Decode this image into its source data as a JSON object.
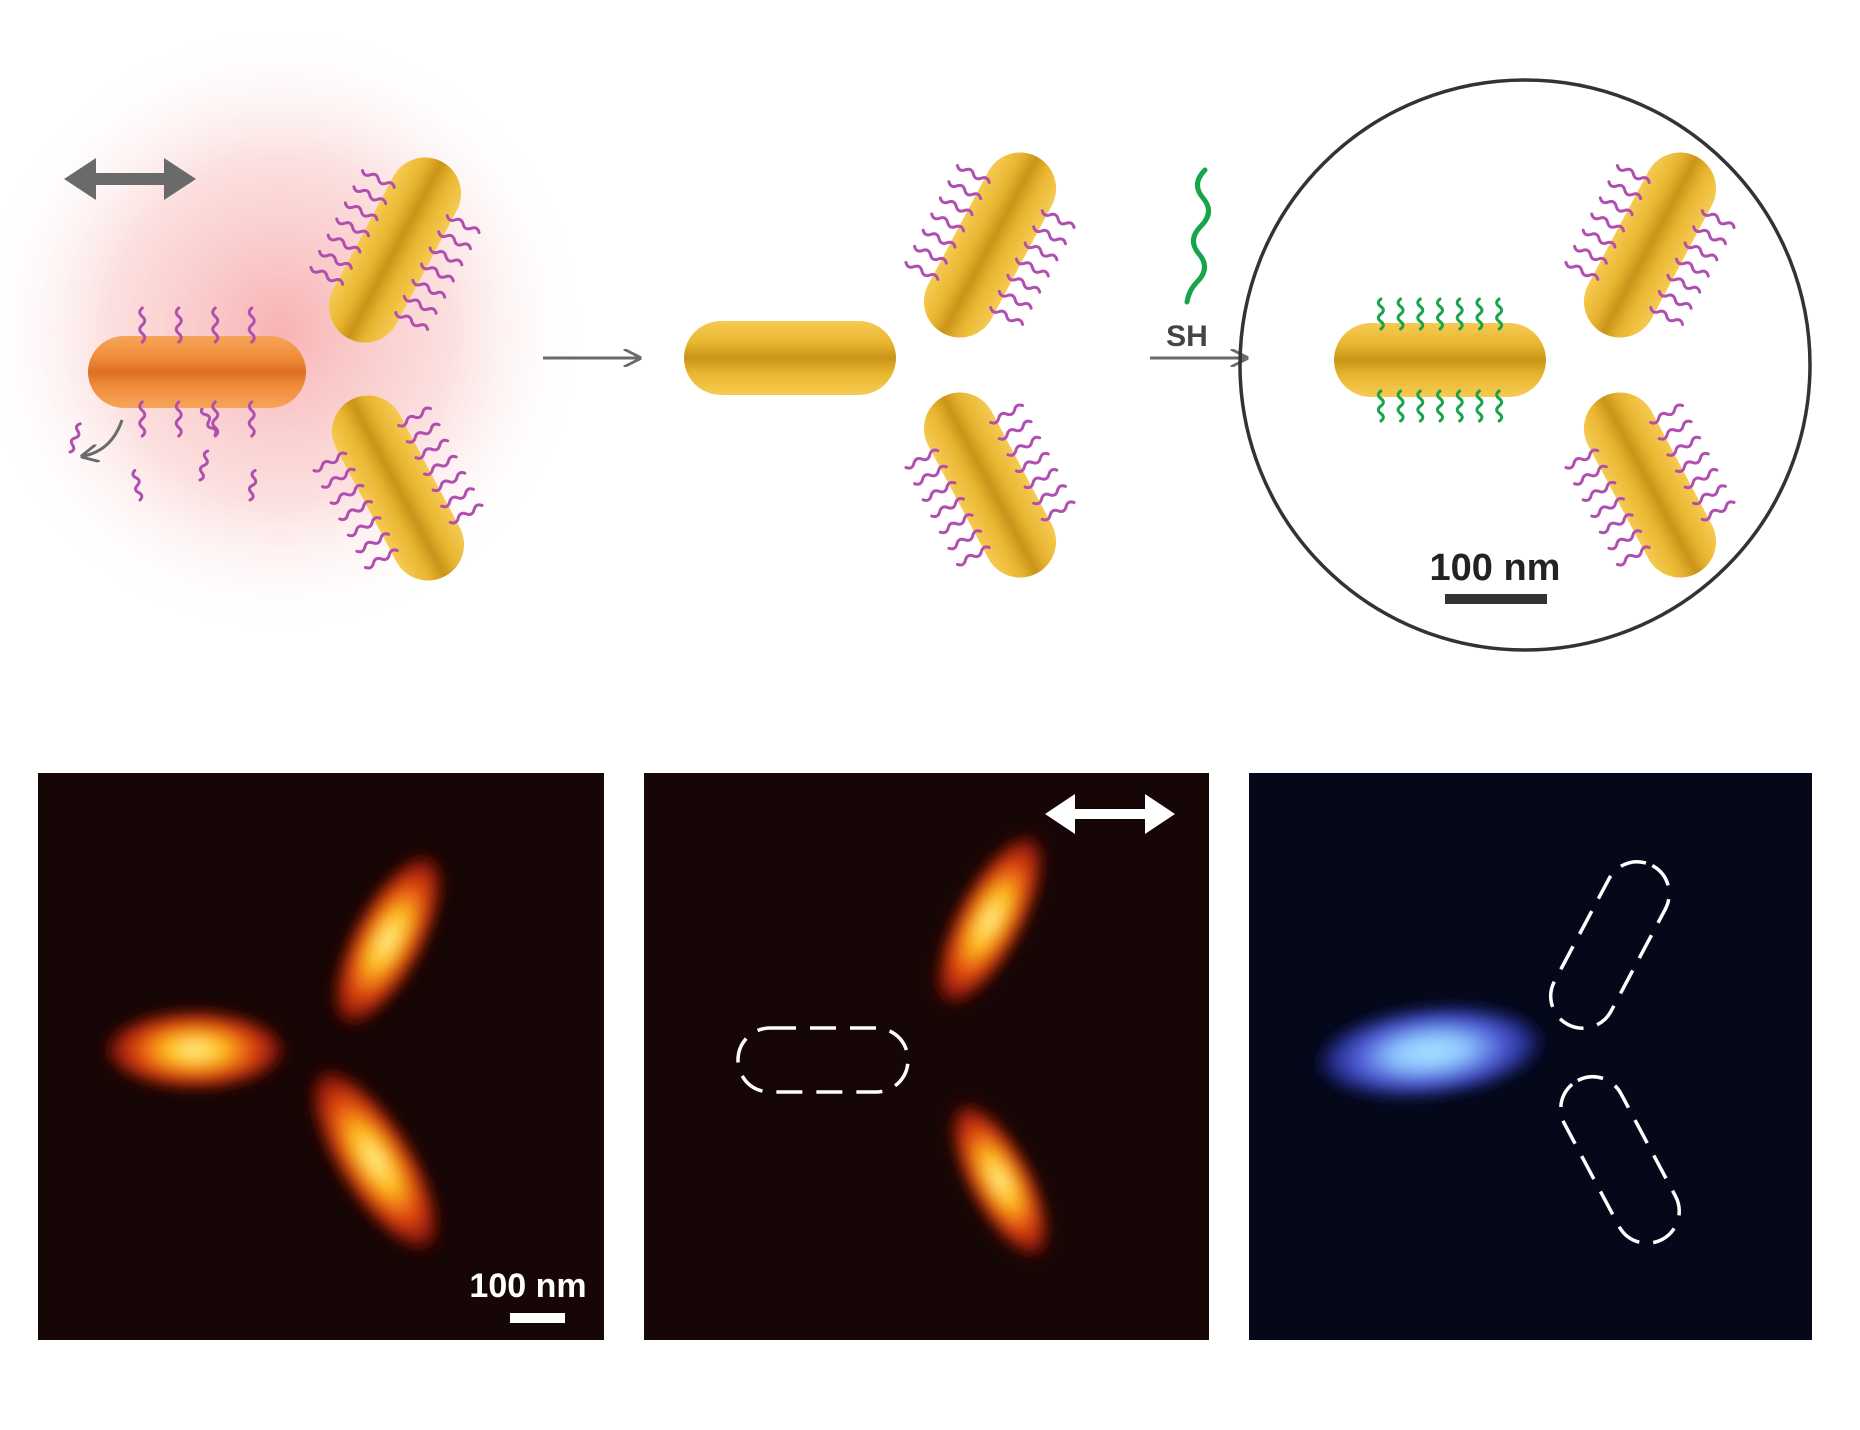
{
  "figure": {
    "scheme": {
      "reagent_label": "SH",
      "scalebar_label": "100 nm"
    },
    "images": {
      "scalebar_label": "100 nm"
    },
    "colors": {
      "gold": "#E8B32E",
      "gold_dark": "#B88414",
      "heated_rod": "#EE8A3A",
      "ligand": "#B04FB0",
      "thiol": "#18A54A",
      "arrow": "#6A6A6A",
      "glow": "#F7A0A0",
      "blue_signal": "#8FD6FF"
    },
    "icons": [
      "polarization-double-arrow-icon",
      "reaction-arrow-icon",
      "thiol-molecule-icon",
      "released-ligand-arrow-icon"
    ]
  }
}
